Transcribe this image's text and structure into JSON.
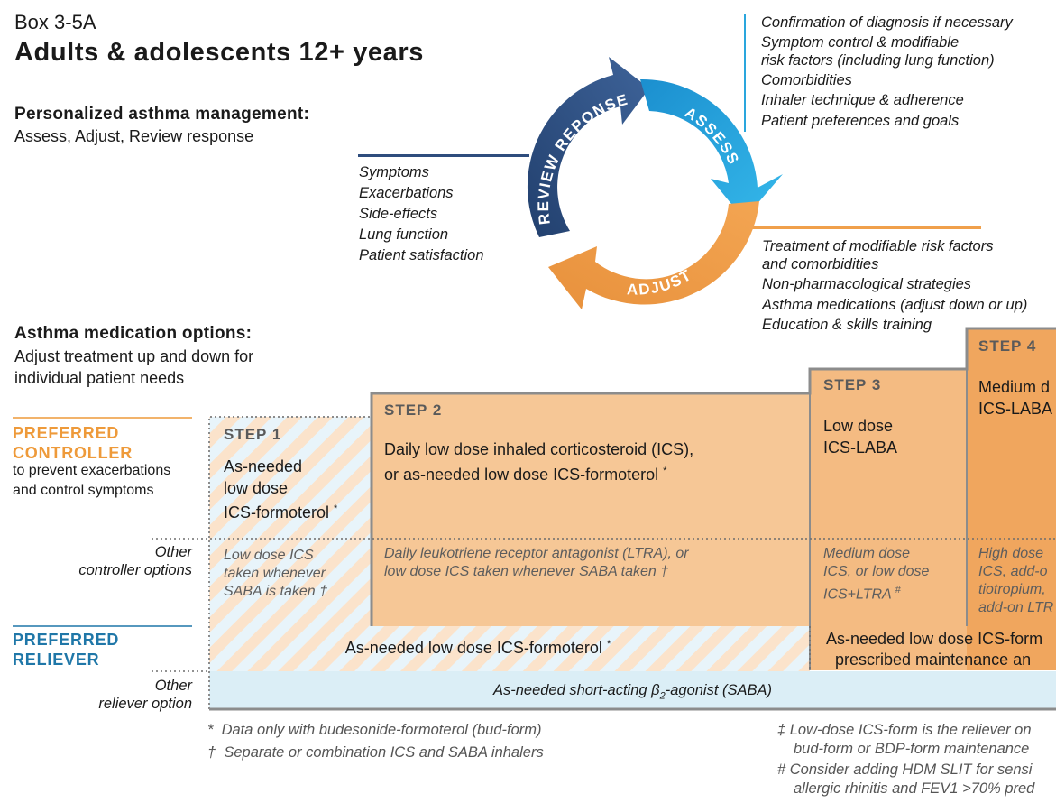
{
  "header": {
    "box_label": "Box 3-5A",
    "title": "Adults & adolescents 12+ years"
  },
  "management": {
    "title": "Personalized asthma management:",
    "subtitle": "Assess, Adjust, Review response"
  },
  "cycle": {
    "review_label": "REVIEW REPONSE",
    "assess_label": "ASSESS",
    "adjust_label": "ADJUST",
    "review_items": [
      "Symptoms",
      "Exacerbations",
      "Side-effects",
      "Lung function",
      "Patient satisfaction"
    ],
    "assess_items": [
      "Confirmation of diagnosis if necessary",
      "Symptom control & modifiable",
      "risk factors (including lung function)",
      "Comorbidities",
      "Inhaler technique & adherence",
      "Patient preferences and goals"
    ],
    "adjust_items": [
      "Treatment of modifiable risk factors",
      "and comorbidities",
      "Non-pharmacological strategies",
      "Asthma medications (adjust down or up)",
      "Education & skills training"
    ],
    "colors": {
      "review": "#2e4d7d",
      "assess": "#2aa6dd",
      "adjust": "#f0a04b"
    }
  },
  "medication": {
    "title": "Asthma medication options:",
    "subtitle_line1": "Adjust treatment up and down for",
    "subtitle_line2": "individual patient needs"
  },
  "left_labels": {
    "controller_title_1": "PREFERRED",
    "controller_title_2": "CONTROLLER",
    "controller_desc_1": "to prevent exacerbations",
    "controller_desc_2": "and control symptoms",
    "other_controller_1": "Other",
    "other_controller_2": "controller options",
    "reliever_title_1": "PREFERRED",
    "reliever_title_2": "RELIEVER",
    "other_reliever_1": "Other",
    "other_reliever_2": "reliever option"
  },
  "steps": [
    {
      "title": "STEP 1",
      "lines": [
        "As-needed",
        "low dose",
        "ICS-formoterol"
      ],
      "mark": "*",
      "other": [
        "Low dose ICS",
        "taken whenever",
        "SABA is taken †"
      ]
    },
    {
      "title": "STEP 2",
      "lines": [
        "Daily low dose inhaled corticosteroid (ICS),",
        "or as-needed low dose ICS-formoterol"
      ],
      "mark": "*",
      "other": [
        "Daily leukotriene receptor antagonist (LTRA), or",
        "low dose ICS taken whenever SABA taken †"
      ]
    },
    {
      "title": "STEP 3",
      "lines": [
        "Low dose",
        "ICS-LABA"
      ],
      "mark": "",
      "other": [
        "Medium dose",
        "ICS, or low dose",
        "ICS+LTRA"
      ],
      "other_mark": "#"
    },
    {
      "title": "STEP 4",
      "lines": [
        "Medium d",
        "ICS-LABA"
      ],
      "mark": "",
      "other": [
        "High dose",
        "ICS, add-o",
        "tiotropium,",
        "add-on LTR"
      ]
    }
  ],
  "reliever": {
    "steps_1_2": "As-needed low dose ICS-formoterol",
    "steps_1_2_mark": "*",
    "steps_3_4_line1": "As-needed low dose ICS-form",
    "steps_3_4_line2": "prescribed maintenance an",
    "saba_prefix": "As-needed short-acting β",
    "saba_sub": "2",
    "saba_suffix": "-agonist (SABA)"
  },
  "footnotes": {
    "star_mark": "*",
    "star_text": "Data only with budesonide-formoterol (bud-form)",
    "dagger_mark": "†",
    "dagger_text": "Separate or combination ICS and SABA inhalers",
    "ddagger_line1": "‡  Low-dose ICS-form is the reliever on",
    "ddagger_line2": "bud-form or BDP-form maintenance",
    "hash_line1": "# Consider adding HDM SLIT for sensi",
    "hash_line2": "allergic rhinitis and FEV1 >70% pred"
  },
  "colors": {
    "step_fill": "#f5c592",
    "step_fill_light": "#f6caa0",
    "step4_fill": "#f0a65e",
    "step_border": "#8a8a8a",
    "reliever_fill": "#dbeef6",
    "orange_line": "#ee9a3a",
    "blue_line": "#1f77a8",
    "navy_line": "#2e4d7d"
  }
}
